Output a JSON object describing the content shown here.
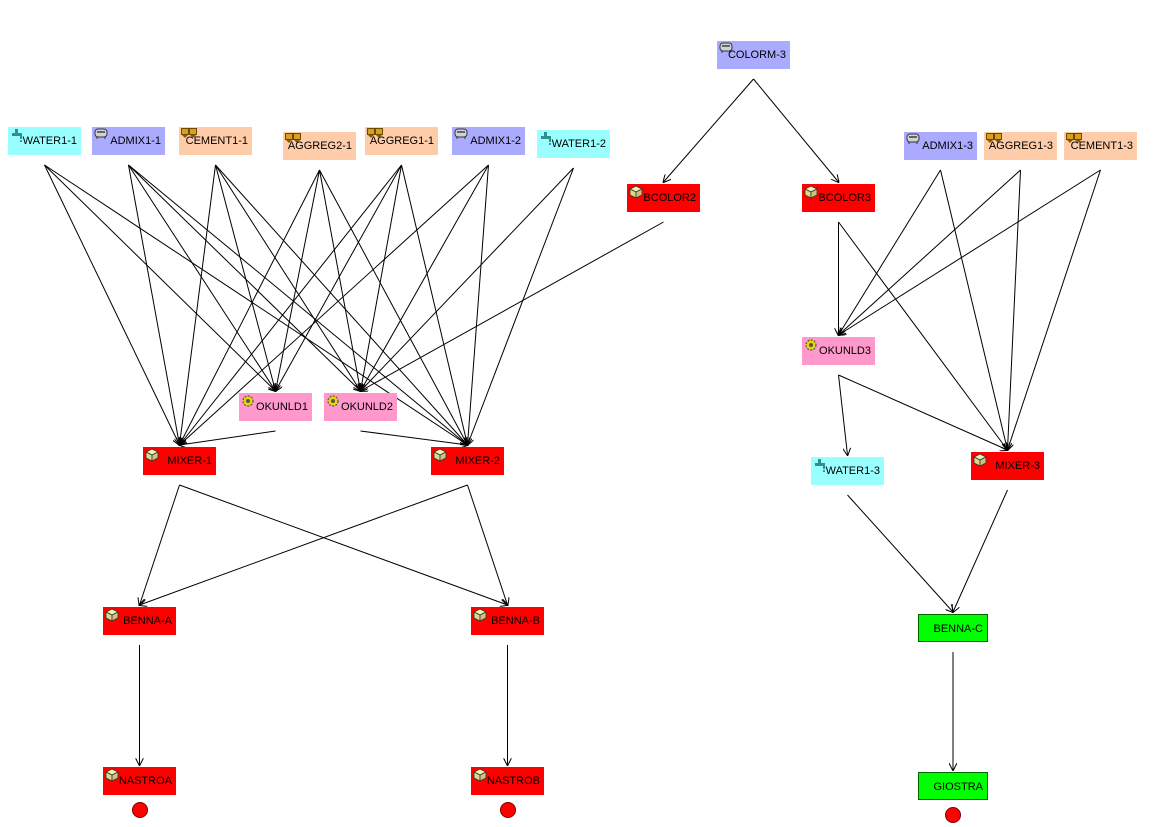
{
  "colors": {
    "water": "#99ffff",
    "admix": "#aaaaff",
    "cement": "#ffccaa",
    "aggreg": "#ffccaa",
    "mixer": "#ff0000",
    "okunld": "#ff99cc",
    "green": "#00ff00",
    "terminal": "#ff0000",
    "edge": "#000000"
  },
  "nodes": {
    "colorm3": {
      "label": "COLORM-3",
      "kind": "admix",
      "icon": "tank-icon"
    },
    "water11": {
      "label": "WATER1-1",
      "kind": "water",
      "icon": "faucet-icon"
    },
    "admix11": {
      "label": "ADMIX1-1",
      "kind": "admix",
      "icon": "tank-icon"
    },
    "cement11": {
      "label": "CEMENT1-1",
      "kind": "cement",
      "icon": "silo-icon"
    },
    "aggreg21": {
      "label": "AGGREG2-1",
      "kind": "aggreg",
      "icon": "silo-icon"
    },
    "aggreg11": {
      "label": "AGGREG1-1",
      "kind": "aggreg",
      "icon": "silo-icon"
    },
    "admix12": {
      "label": "ADMIX1-2",
      "kind": "admix",
      "icon": "tank-icon"
    },
    "water12": {
      "label": "WATER1-2",
      "kind": "water",
      "icon": "faucet-icon"
    },
    "bcolor2": {
      "label": "BCOLOR2",
      "kind": "mixer",
      "icon": "box-icon"
    },
    "bcolor3": {
      "label": "BCOLOR3",
      "kind": "mixer",
      "icon": "box-icon"
    },
    "admix13": {
      "label": "ADMIX1-3",
      "kind": "admix",
      "icon": "tank-icon"
    },
    "aggreg13": {
      "label": "AGGREG1-3",
      "kind": "aggreg",
      "icon": "silo-icon"
    },
    "cement13": {
      "label": "CEMENT1-3",
      "kind": "cement",
      "icon": "silo-icon"
    },
    "okunld3": {
      "label": "OKUNLD3",
      "kind": "okunld",
      "icon": "gear-icon"
    },
    "okunld1": {
      "label": "OKUNLD1",
      "kind": "okunld",
      "icon": "gear-icon"
    },
    "okunld2": {
      "label": "OKUNLD2",
      "kind": "okunld",
      "icon": "gear-icon"
    },
    "mixer1": {
      "label": "MIXER-1",
      "kind": "mixer",
      "icon": "box-icon"
    },
    "mixer2": {
      "label": "MIXER-2",
      "kind": "mixer",
      "icon": "box-icon"
    },
    "water13": {
      "label": "WATER1-3",
      "kind": "water",
      "icon": "faucet-icon"
    },
    "mixer3": {
      "label": "MIXER-3",
      "kind": "mixer",
      "icon": "box-icon"
    },
    "bennaa": {
      "label": "BENNA-A",
      "kind": "mixer",
      "icon": "box-icon"
    },
    "bennab": {
      "label": "BENNA-B",
      "kind": "mixer",
      "icon": "box-icon"
    },
    "bennac": {
      "label": "BENNA-C",
      "kind": "green",
      "icon": ""
    },
    "nastroa": {
      "label": "NASTROA",
      "kind": "mixer",
      "icon": "box-icon"
    },
    "nastrob": {
      "label": "NASTROB",
      "kind": "mixer",
      "icon": "box-icon"
    },
    "giostra": {
      "label": "GIOSTRA",
      "kind": "green",
      "icon": ""
    }
  },
  "edges": [
    [
      "colorm3",
      "bcolor2"
    ],
    [
      "colorm3",
      "bcolor3"
    ],
    [
      "water11",
      "mixer1"
    ],
    [
      "water11",
      "mixer2"
    ],
    [
      "water11",
      "okunld1"
    ],
    [
      "admix11",
      "mixer1"
    ],
    [
      "admix11",
      "mixer2"
    ],
    [
      "admix11",
      "okunld1"
    ],
    [
      "admix11",
      "okunld2"
    ],
    [
      "cement11",
      "mixer1"
    ],
    [
      "cement11",
      "mixer2"
    ],
    [
      "cement11",
      "okunld1"
    ],
    [
      "cement11",
      "okunld2"
    ],
    [
      "aggreg21",
      "mixer1"
    ],
    [
      "aggreg21",
      "mixer2"
    ],
    [
      "aggreg21",
      "okunld1"
    ],
    [
      "aggreg21",
      "okunld2"
    ],
    [
      "aggreg11",
      "mixer1"
    ],
    [
      "aggreg11",
      "mixer2"
    ],
    [
      "aggreg11",
      "okunld1"
    ],
    [
      "aggreg11",
      "okunld2"
    ],
    [
      "admix12",
      "mixer1"
    ],
    [
      "admix12",
      "mixer2"
    ],
    [
      "admix12",
      "okunld2"
    ],
    [
      "water12",
      "mixer2"
    ],
    [
      "water12",
      "okunld2"
    ],
    [
      "bcolor2",
      "okunld2"
    ],
    [
      "okunld1",
      "mixer1"
    ],
    [
      "okunld2",
      "mixer2"
    ],
    [
      "mixer1",
      "bennaa"
    ],
    [
      "mixer1",
      "bennab"
    ],
    [
      "mixer2",
      "bennaa"
    ],
    [
      "mixer2",
      "bennab"
    ],
    [
      "bennaa",
      "nastroa"
    ],
    [
      "bennab",
      "nastrob"
    ],
    [
      "bcolor3",
      "okunld3"
    ],
    [
      "bcolor3",
      "mixer3"
    ],
    [
      "admix13",
      "okunld3"
    ],
    [
      "admix13",
      "mixer3"
    ],
    [
      "aggreg13",
      "okunld3"
    ],
    [
      "aggreg13",
      "mixer3"
    ],
    [
      "cement13",
      "okunld3"
    ],
    [
      "cement13",
      "mixer3"
    ],
    [
      "okunld3",
      "water13"
    ],
    [
      "okunld3",
      "mixer3"
    ],
    [
      "water13",
      "bennac"
    ],
    [
      "mixer3",
      "bennac"
    ],
    [
      "bennac",
      "giostra"
    ]
  ],
  "terminals": [
    "nastroa",
    "nastrob",
    "giostra"
  ]
}
